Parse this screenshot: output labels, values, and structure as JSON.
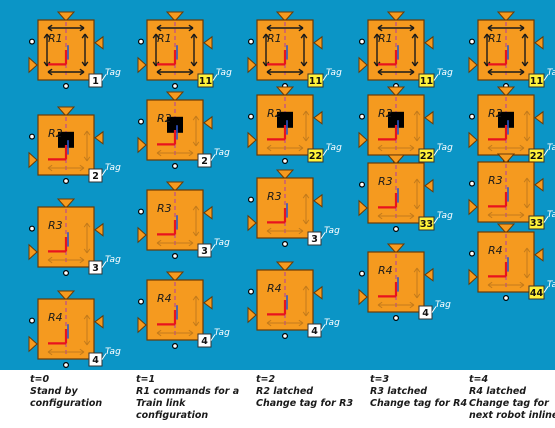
{
  "colors": {
    "background": "#0b95c6",
    "robot_body": "#f59a1f",
    "robot_border": "#6b3a05",
    "triangle": "#f59a1f",
    "arm_red": "#e8121e",
    "arm_blue": "#2f56c9",
    "dashed_center": "#b03aa8",
    "latch_block": "#000000",
    "tag_fill_white": "#ffffff",
    "tag_fill_yellow": "#fff23a"
  },
  "tag_word": "Tag",
  "columns": [
    {
      "robots": [
        {
          "label": "R1",
          "tag": "1",
          "tag_style": "white",
          "latched": false,
          "master": true
        },
        {
          "label": "R2",
          "tag": "2",
          "tag_style": "white",
          "latched": true,
          "master": false
        },
        {
          "label": "R3",
          "tag": "3",
          "tag_style": "white",
          "latched": false,
          "master": false
        },
        {
          "label": "R4",
          "tag": "4",
          "tag_style": "white",
          "latched": false,
          "master": false
        }
      ],
      "caption": {
        "time": "t=0",
        "lines": [
          "Stand by",
          "configuration"
        ]
      }
    },
    {
      "robots": [
        {
          "label": "R1",
          "tag": "11",
          "tag_style": "yellow",
          "latched": false,
          "master": true
        },
        {
          "label": "R2",
          "tag": "2",
          "tag_style": "white",
          "latched": true,
          "master": false
        },
        {
          "label": "R3",
          "tag": "3",
          "tag_style": "white",
          "latched": false,
          "master": false
        },
        {
          "label": "R4",
          "tag": "4",
          "tag_style": "white",
          "latched": false,
          "master": false
        }
      ],
      "caption": {
        "time": "t=1",
        "lines": [
          "R1 commands for a",
          "Train link",
          "configuration"
        ]
      }
    },
    {
      "robots": [
        {
          "label": "R1",
          "tag": "11",
          "tag_style": "yellow",
          "latched": false,
          "master": true
        },
        {
          "label": "R2",
          "tag": "22",
          "tag_style": "yellow",
          "latched": true,
          "master": false
        },
        {
          "label": "R3",
          "tag": "3",
          "tag_style": "white",
          "latched": false,
          "master": false
        },
        {
          "label": "R4",
          "tag": "4",
          "tag_style": "white",
          "latched": false,
          "master": false
        }
      ],
      "caption": {
        "time": "t=2",
        "lines": [
          "R2 latched",
          "Change tag for R3"
        ]
      }
    },
    {
      "robots": [
        {
          "label": "R1",
          "tag": "11",
          "tag_style": "yellow",
          "latched": false,
          "master": true
        },
        {
          "label": "R2",
          "tag": "22",
          "tag_style": "yellow",
          "latched": true,
          "master": false
        },
        {
          "label": "R3",
          "tag": "33",
          "tag_style": "yellow",
          "latched": false,
          "master": false
        },
        {
          "label": "R4",
          "tag": "4",
          "tag_style": "white",
          "latched": false,
          "master": false
        }
      ],
      "caption": {
        "time": "t=3",
        "lines": [
          "R3 latched",
          "Change tag for R4"
        ]
      }
    },
    {
      "robots": [
        {
          "label": "R1",
          "tag": "11",
          "tag_style": "yellow",
          "latched": false,
          "master": true
        },
        {
          "label": "R2",
          "tag": "22",
          "tag_style": "yellow",
          "latched": true,
          "master": false
        },
        {
          "label": "R3",
          "tag": "33",
          "tag_style": "yellow",
          "latched": false,
          "master": false
        },
        {
          "label": "R4",
          "tag": "44",
          "tag_style": "yellow",
          "latched": false,
          "master": false
        }
      ],
      "caption": {
        "time": "t=4",
        "lines": [
          "R4 latched",
          "Change tag for",
          "next robot inline"
        ]
      }
    }
  ]
}
